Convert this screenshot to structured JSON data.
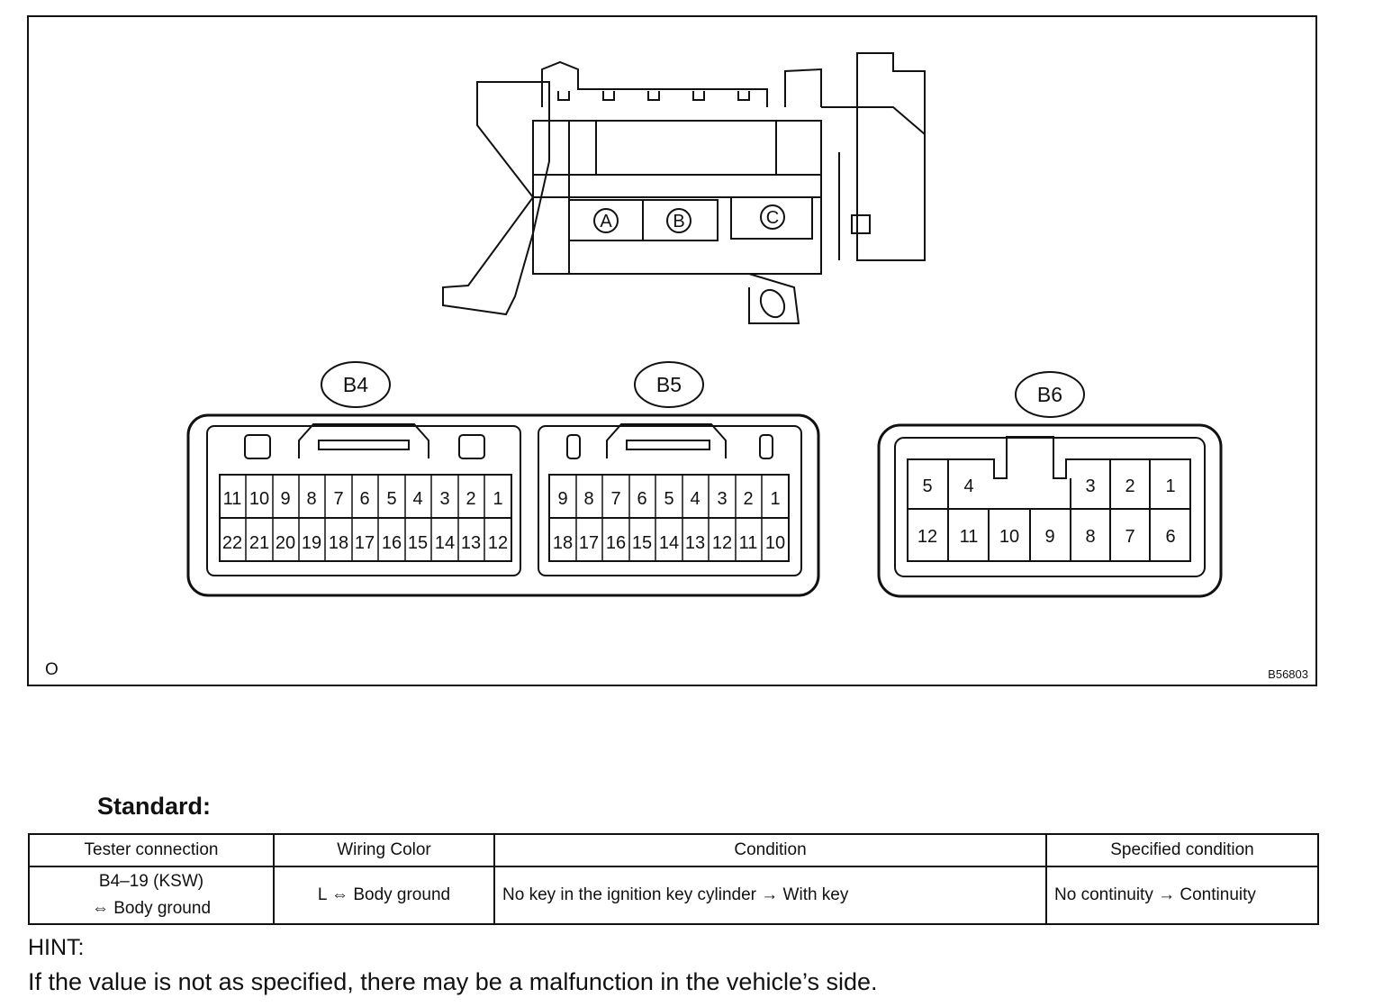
{
  "figure": {
    "page_mark": "O",
    "figure_code": "B56803",
    "cavity_labels": [
      "A",
      "B",
      "C"
    ],
    "connectors": [
      {
        "label": "B4",
        "row1": [
          "11",
          "10",
          "9",
          "8",
          "7",
          "6",
          "5",
          "4",
          "3",
          "2",
          "1"
        ],
        "row2": [
          "22",
          "21",
          "20",
          "19",
          "18",
          "17",
          "16",
          "15",
          "14",
          "13",
          "12"
        ]
      },
      {
        "label": "B5",
        "row1": [
          "9",
          "8",
          "7",
          "6",
          "5",
          "4",
          "3",
          "2",
          "1"
        ],
        "row2": [
          "18",
          "17",
          "16",
          "15",
          "14",
          "13",
          "12",
          "11",
          "10"
        ]
      },
      {
        "label": "B6",
        "row1": [
          "5",
          "4",
          "3",
          "2",
          "1"
        ],
        "row2": [
          "12",
          "11",
          "10",
          "9",
          "8",
          "7",
          "6"
        ]
      }
    ]
  },
  "standard": {
    "title": "Standard:",
    "headers": [
      "Tester connection",
      "Wiring Color",
      "Condition",
      "Specified condition"
    ],
    "row": {
      "tester_line1": "B4–19 (KSW)",
      "tester_line2": "⇔ Body ground",
      "wiring": "L ⇔ Body ground",
      "condition": "No key in the ignition key cylinder → With key",
      "specified": "No continuity → Continuity"
    }
  },
  "hint": {
    "title": "HINT:",
    "text": "If the value is not as specified, there may be a malfunction in the vehicle’s side."
  }
}
